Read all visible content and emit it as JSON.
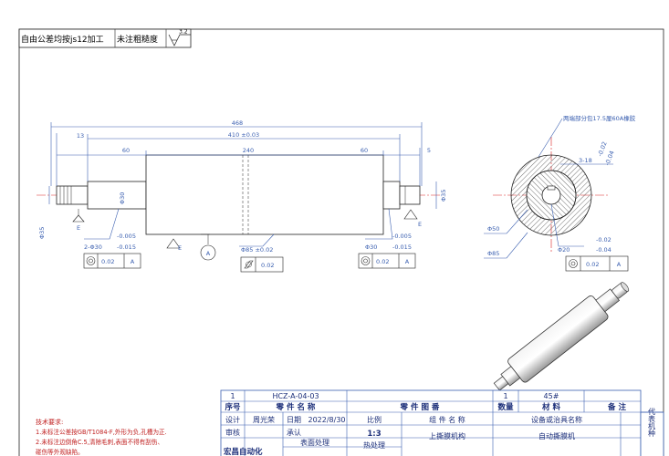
{
  "header": {
    "tolerance_note": "自由公差均按js12加工",
    "roughness_label": "未注粗糙度",
    "roughness_value": "3.2"
  },
  "front_view": {
    "overall_length": "468",
    "center_length": "410 ±0.03",
    "left_end": "13",
    "left_step": "60",
    "middle": "240",
    "right_step": "60",
    "right_end": "5",
    "left_end_dia": "Φ35",
    "left_shaft_dia": "Φ30",
    "right_shaft_dia": "Φ35",
    "datum_e": "E",
    "datum_a": "A",
    "left_tol_dia": "2-Φ30",
    "tol_upper": "-0.005",
    "tol_lower": "-0.015",
    "right_tol_dia": "Φ30",
    "body_tol": "Φ85 ±0.02",
    "fcf_left_value": "0.02",
    "fcf_mid_value": "0.02",
    "fcf_right_value": "0.02",
    "fcf_datum": "A"
  },
  "side_view": {
    "callout": "两端部分包17.5厘60A橡胶",
    "keyway": "3-18",
    "keyway_tol_upper": "-0.02",
    "keyway_tol_lower": "-0.04",
    "dia_50": "Φ50",
    "dia_85": "Φ85",
    "dia_20": "Φ20",
    "dia_20_tol_upper": "-0.02",
    "dia_20_tol_lower": "-0.04",
    "fcf_value": "0.02",
    "fcf_datum": "A"
  },
  "notes": {
    "title": "技术要求:",
    "lines": [
      "1.未标注公差按GB/T1084-F,外形为负,孔槽为正.",
      "2.未标注边倒角C.5,清除毛刺,表面不得有刮伤、",
      "碰伤等外观缺陷。"
    ]
  },
  "title_block": {
    "row1": {
      "seq": "1",
      "part_no": "HCZ-A-04-03",
      "qty": "1",
      "material": "45#"
    },
    "head": {
      "seq": "序号",
      "part_name": "零 件 名 称",
      "drawing_no": "零 件 图 番",
      "qty": "数量",
      "material": "材  料",
      "remark": "备  注"
    },
    "design_label": "设计",
    "designer": "周光荣",
    "date_label": "日期",
    "date": "2022/8/30",
    "scale_label": "比例",
    "scale": "1:3",
    "assembly_label": "组 件 名 称",
    "assembly": "上撕膜机构",
    "equipment_label": "设备或治具名称",
    "equipment": "自动撕膜机",
    "code_label": "代表机种",
    "review_label": "审核",
    "approve_label": "承认",
    "surface_label": "表面处理",
    "heat_label": "热处理",
    "company": "宏昌自动化"
  }
}
